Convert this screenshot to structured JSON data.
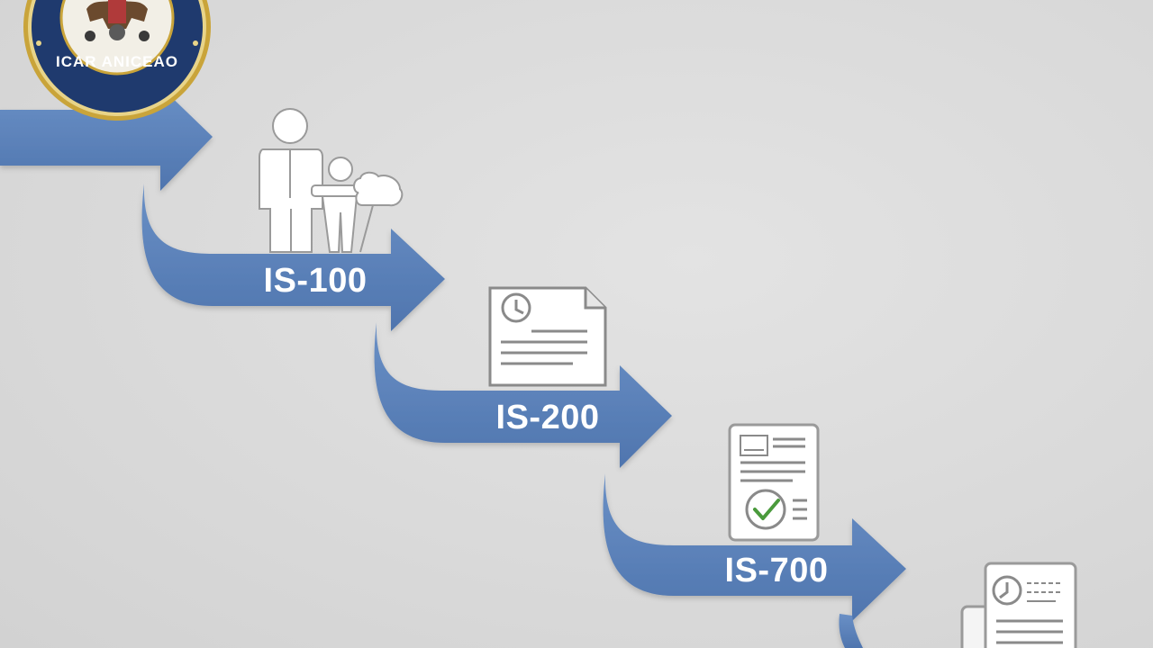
{
  "colors": {
    "background": "#d9d9d9",
    "arrow": "#5a80b8",
    "arrow_dark": "#4a6ea6",
    "icon_stroke": "#8a8a8a",
    "seal_navy": "#1f3a6e",
    "seal_gold": "#c9a43a",
    "check_green": "#4a9a3c"
  },
  "seal": {
    "text": "ICAR ANICEAO",
    "icon": "government-seal-emblem"
  },
  "steps": [
    {
      "label": "IS-100",
      "icon": "person-at-desk-icon"
    },
    {
      "label": "IS-200",
      "icon": "document-with-clock-icon"
    },
    {
      "label": "IS-700",
      "icon": "document-with-checkmark-icon"
    },
    {
      "label": "",
      "icon": "stacked-documents-with-clock-icon"
    }
  ]
}
